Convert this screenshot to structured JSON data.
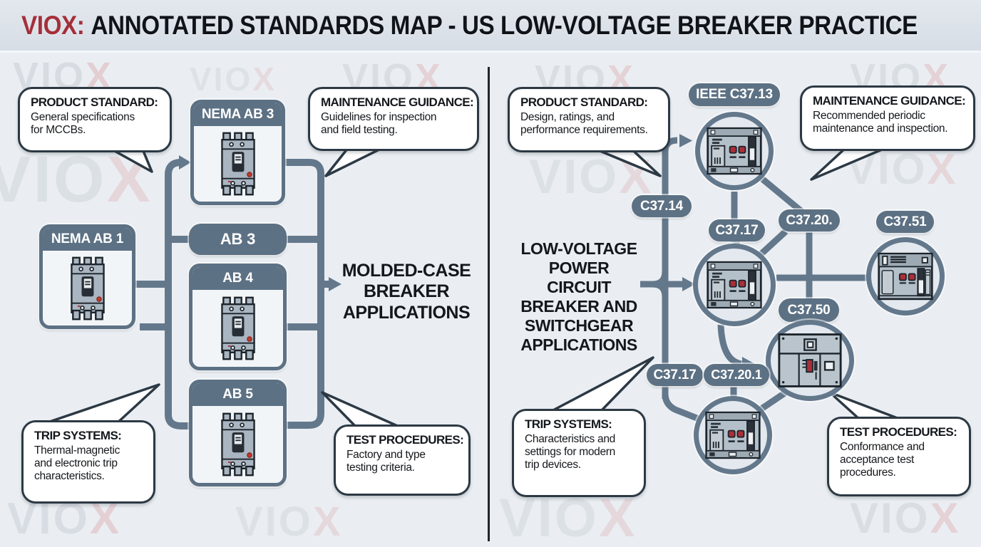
{
  "header": {
    "brand_prefix": "VIOX:",
    "title": "ANNOTATED STANDARDS MAP - US LOW-VOLTAGE BREAKER PRACTICE",
    "logo": "VIOX"
  },
  "watermark": "VIOX",
  "left": {
    "product_standard_title": "PRODUCT STANDARD:",
    "product_standard_body": "General specifications\nfor MCCBs.",
    "maintenance_title": "MAINTENANCE GUIDANCE:",
    "maintenance_body": "Guidelines for inspection\nand field testing.",
    "trip_title": "TRIP SYSTEMS:",
    "trip_body": "Thermal-magnetic\nand electronic trip\ncharacteristics.",
    "test_title": "TEST PROCEDURES:",
    "test_body": "Factory and type\ntesting criteria.",
    "nema_ab3": "NEMA AB 3",
    "nema_ab1": "NEMA AB 1",
    "ab3": "AB 3",
    "ab4": "AB 4",
    "ab5": "AB 5",
    "application": "MOLDED-CASE\nBREAKER\nAPPLICATIONS"
  },
  "right": {
    "product_standard_title": "PRODUCT STANDARD:",
    "product_standard_body": "Design, ratings, and\nperformance requirements.",
    "maintenance_title": "MAINTENANCE GUIDANCE:",
    "maintenance_body": "Recommended periodic\nmaintenance and inspection.",
    "trip_title": "TRIP SYSTEMS:",
    "trip_body": "Characteristics and\nsettings for modern\ntrip devices.",
    "test_title": "TEST PROCEDURES:",
    "test_body": "Conformance and\nacceptance test\nprocedures.",
    "ieee_c3713": "IEEE C37.13",
    "c3714": "C37.14",
    "c3717_top": "C37.17",
    "c3720": "C37.20.",
    "c3751": "C37.51",
    "c3750": "C37.50",
    "c3717_bottom": "C37.17",
    "c37201": "C37.20.1",
    "application": "LOW-VOLTAGE\nPOWER CIRCUIT\nBREAKER AND\nSWITCHGEAR\nAPPLICATIONS"
  },
  "colors": {
    "slate": "#5d7184",
    "line": "#64788c",
    "callout_border": "#2c3944",
    "brand_red": "#a42f3a",
    "logo_slate": "#3d4a59",
    "background": "#eaeef2",
    "red_indicator": "#ab2f38"
  }
}
